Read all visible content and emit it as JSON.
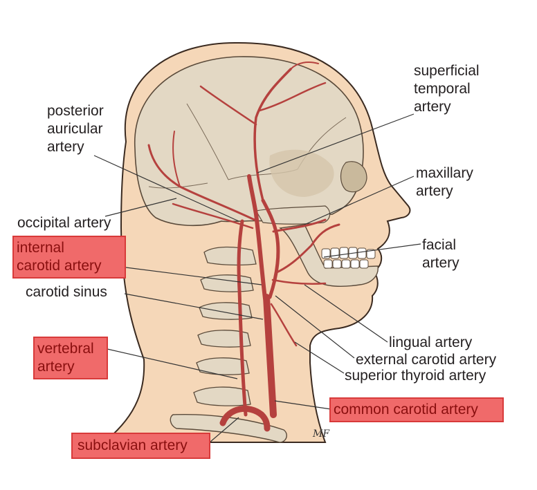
{
  "labels": {
    "superficial_temporal": [
      "superficial",
      "temporal",
      "artery"
    ],
    "posterior_auricular": [
      "posterior",
      "auricular",
      "artery"
    ],
    "maxillary": [
      "maxillary",
      "artery"
    ],
    "occipital": "occipital artery",
    "internal_carotid": [
      "internal",
      "carotid artery"
    ],
    "facial": [
      "facial",
      "artery"
    ],
    "carotid_sinus": "carotid sinus",
    "vertebral": [
      "vertebral",
      "artery"
    ],
    "lingual": "lingual artery",
    "external_carotid": "external carotid artery",
    "superior_thyroid": "superior thyroid artery",
    "common_carotid": "common carotid artery",
    "subclavian": "subclavian artery"
  },
  "highlighted": [
    "internal_carotid",
    "vertebral",
    "common_carotid",
    "subclavian"
  ],
  "signature": "MF",
  "colors": {
    "skin": "#f5d7b8",
    "bone": "#e3d8c4",
    "artery": "#b5413e",
    "highlight": "#f06a6a",
    "leader": "#333333"
  }
}
